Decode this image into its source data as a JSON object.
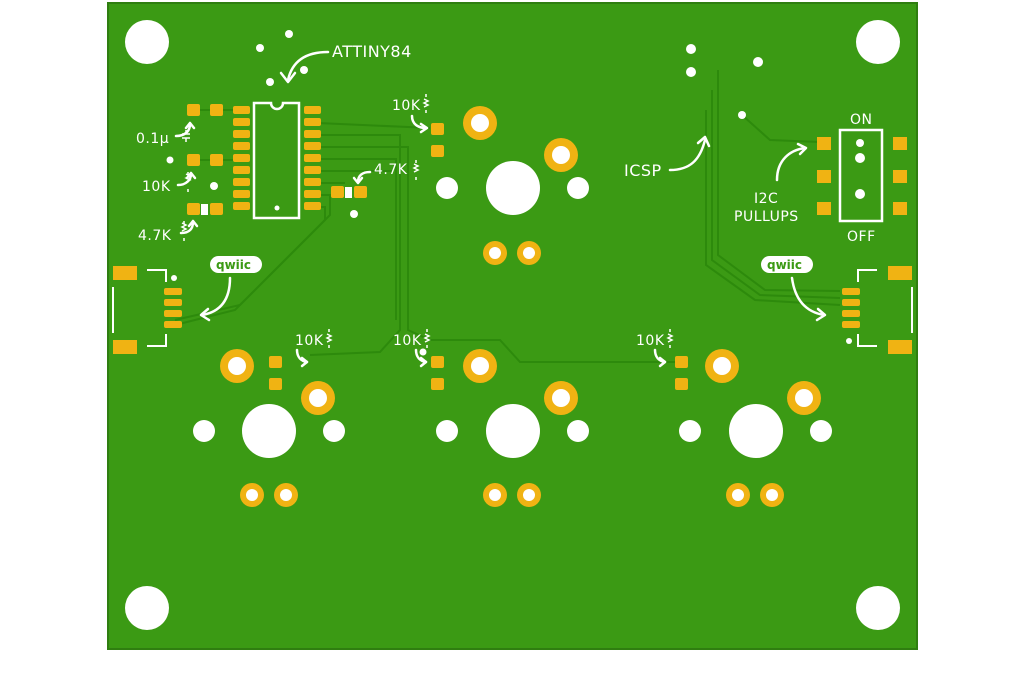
{
  "board": {
    "colors": {
      "soldermask": "#3b9a14",
      "soldermask_edge": "#2f7e10",
      "trace": "#2d8a0c",
      "copper": "#f0b313",
      "silkscreen": "#ffffff",
      "hole": "#ffffff"
    }
  },
  "labels": {
    "attiny": "ATTINY84",
    "cap": "0.1µ",
    "res_10k_left": "10K",
    "res_47k_left": "4.7K",
    "res_47k_mid": "4.7K",
    "res_10k_top": "10K",
    "res_10k_sw1": "10K",
    "res_10k_sw2": "10K",
    "res_10k_sw3": "10K",
    "icsp": "ICSP",
    "i2c_line1": "I2C",
    "i2c_line2": "PULLUPS",
    "on": "ON",
    "off": "OFF",
    "qwiic_left": "qwiic",
    "qwiic_right": "qwiic"
  }
}
